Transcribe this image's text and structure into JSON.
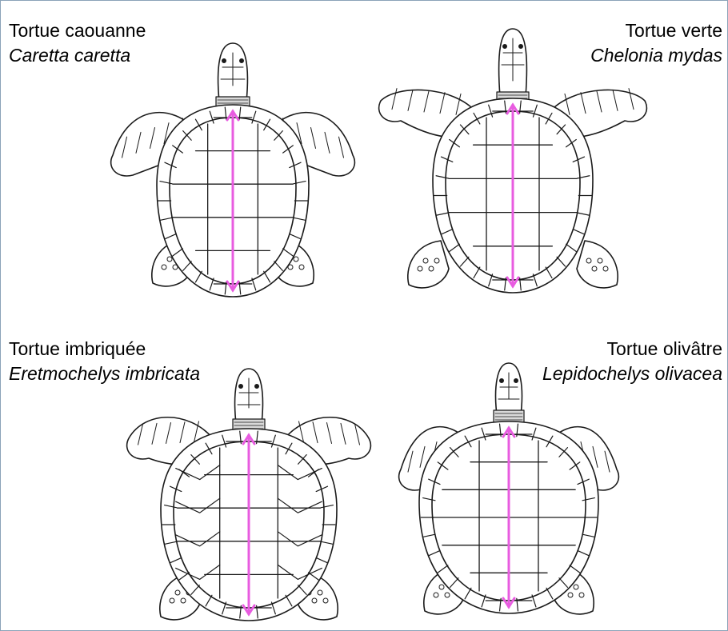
{
  "colors": {
    "arrow": "#e85ce0",
    "ink": "#1a1a1a",
    "frame": "#8aa2b8"
  },
  "panels": [
    {
      "common_name": "Tortue caouanne",
      "scientific_name": "Caretta caretta",
      "style": "loggerhead"
    },
    {
      "common_name": "Tortue verte",
      "scientific_name": "Chelonia mydas",
      "style": "green"
    },
    {
      "common_name": "Tortue imbriquée",
      "scientific_name": "Eretmochelys imbricata",
      "style": "hawksbill"
    },
    {
      "common_name": "Tortue olivâtre",
      "scientific_name": "Lepidochelys olivacea",
      "style": "olive-ridley"
    }
  ]
}
